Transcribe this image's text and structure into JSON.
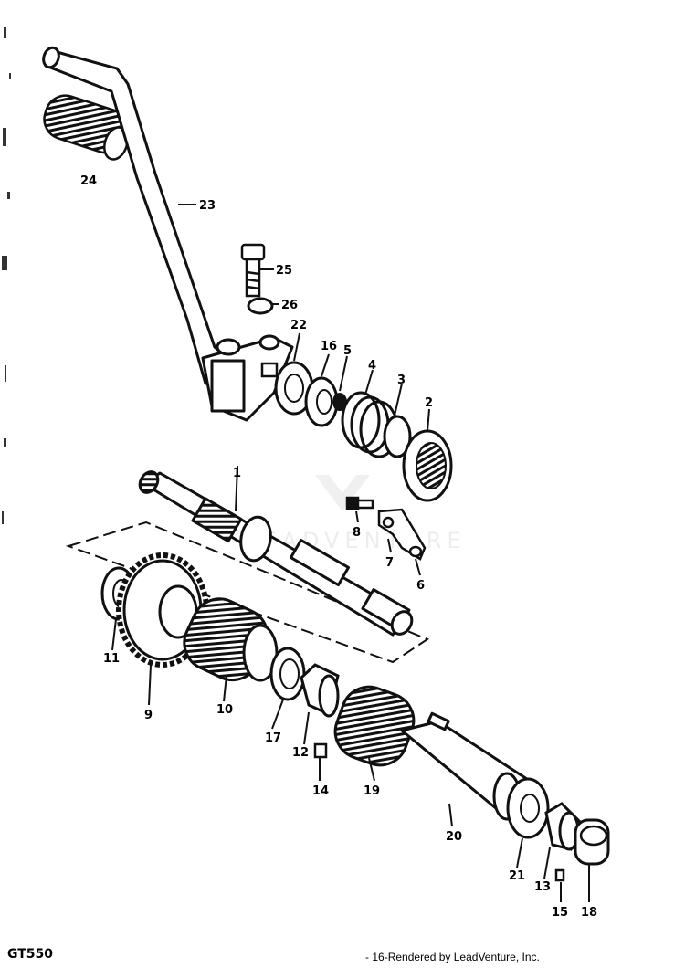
{
  "diagram": {
    "model": "GT550",
    "page_number": "16",
    "credit": "Rendered by LeadVenture, Inc.",
    "watermark": "LEADVENTURE",
    "part_labels": [
      "1",
      "2",
      "3",
      "4",
      "5",
      "6",
      "7",
      "8",
      "9",
      "10",
      "11",
      "12",
      "13",
      "14",
      "15",
      "16",
      "17",
      "18",
      "19",
      "20",
      "21",
      "22",
      "23",
      "24",
      "25",
      "26"
    ]
  }
}
